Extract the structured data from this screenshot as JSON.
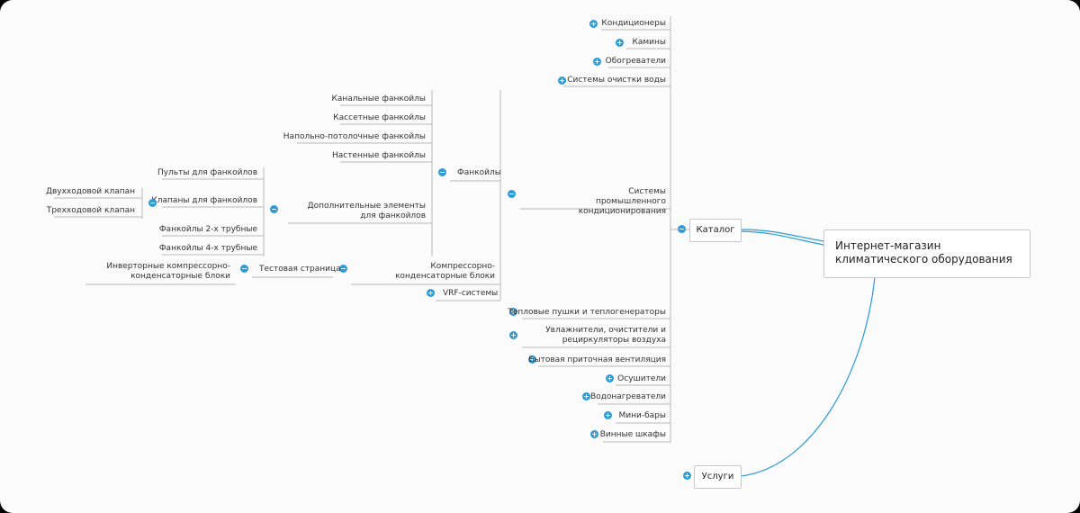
{
  "mindmap": {
    "root": "Интернет-магазин климатического оборудования",
    "catalog": {
      "label": "Каталог",
      "top_items": [
        "Кондиционеры",
        "Камины",
        "Обогреватели",
        "Системы очистки воды"
      ],
      "industrial": {
        "label": "Системы промышленного кондиционирования",
        "fancoils": {
          "label": "Фанкойлы",
          "types": [
            "Канальные фанкойлы",
            "Кассетные фанкойлы",
            "Напольно-потолочные фанкойлы",
            "Настенные фанкойлы"
          ],
          "extras": {
            "label": "Дополнительные элементы для фанкойлов",
            "items": [
              "Пульты для фанкойлов",
              "Клапаны для фанкойлов",
              "Фанкойлы 2-х трубные",
              "Фанкойлы 4-х трубные"
            ],
            "valves": [
              "Двухходовой клапан",
              "Трехходовой клапан"
            ]
          }
        },
        "compressor": {
          "label": "Компрессорно-конденсаторные блоки",
          "sample_page": "Тестовая страница",
          "inverter": "Инверторные компрессорно-конденсаторные блоки"
        },
        "vrf": "VRF-системы"
      },
      "bottom_items": [
        "Тепловые пушки и теплогенераторы",
        "Увлажнители, очистители и рециркуляторы воздуха",
        "Бытовая приточная вентиляция",
        "Осушители",
        "Водонагреватели",
        "Мини-бары",
        "Винные шкафы"
      ]
    },
    "services": {
      "label": "Услуги"
    },
    "colors": {
      "link_blue": "#2d9bd8",
      "line_gray": "#b8b8b8",
      "box_border": "#c8c8c8"
    },
    "icons": {
      "expand": "plus-circle-icon",
      "collapse": "minus-circle-icon"
    }
  }
}
